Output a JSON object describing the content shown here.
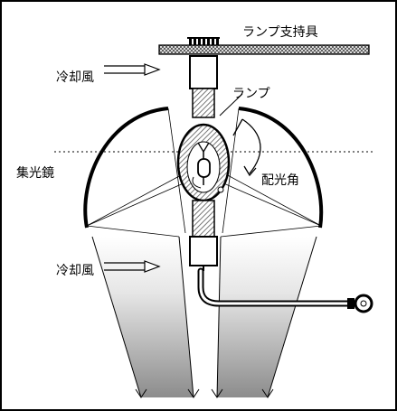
{
  "labels": {
    "lamp_holder": "ランプ支持具",
    "lamp": "ランプ",
    "cooling_air_top": "冷却風",
    "cooling_air_bottom": "冷却風",
    "reflector": "集光鏡",
    "light_angle": "配光角"
  },
  "colors": {
    "ink": "#000000",
    "hatch": "#555555",
    "background": "#ffffff"
  }
}
